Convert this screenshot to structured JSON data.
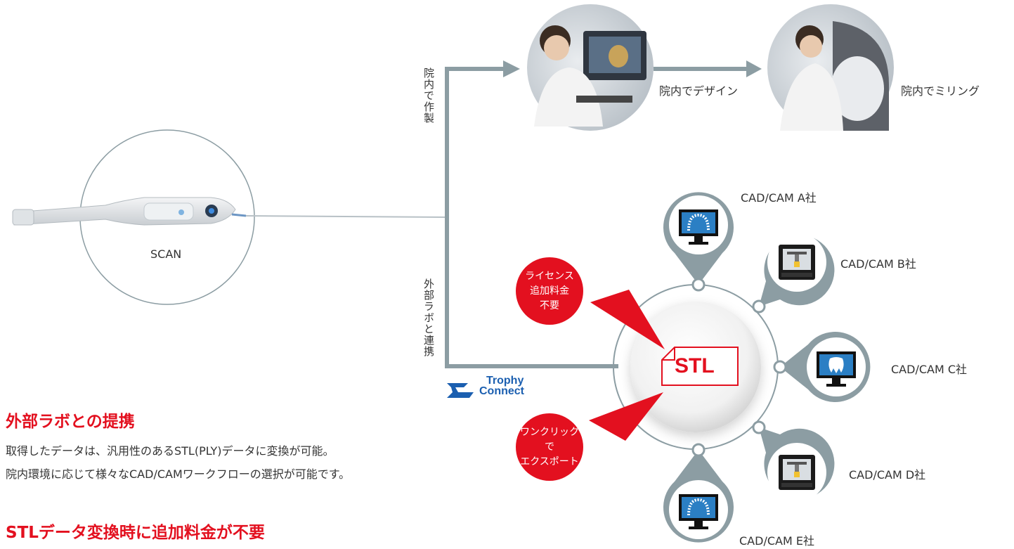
{
  "colors": {
    "accent_red": "#e3101f",
    "connector_gray": "#8c9da3",
    "trophy_blue": "#1b5fb0",
    "screen_blue": "#2b7fc4"
  },
  "scanner": {
    "label": "SCAN"
  },
  "branches": {
    "in_clinic": "院内で作製",
    "external_lab": "外部ラボと連携"
  },
  "in_clinic_steps": {
    "design": "院内でデザイン",
    "milling": "院内でミリング"
  },
  "hub": {
    "label": "STL"
  },
  "bubbles": {
    "license": "ライセンス\n追加料金\n不要",
    "export": "ワンクリックで\nエクスポート"
  },
  "trophy": {
    "line1": "Trophy",
    "line2": "Connect"
  },
  "vendors": [
    {
      "label": "CAD/CAM A社",
      "icon": "monitor-dental-arch-icon"
    },
    {
      "label": "CAD/CAM B社",
      "icon": "milling-machine-icon"
    },
    {
      "label": "CAD/CAM C社",
      "icon": "monitor-tooth-icon"
    },
    {
      "label": "CAD/CAM D社",
      "icon": "milling-machine-icon"
    },
    {
      "label": "CAD/CAM E社",
      "icon": "monitor-dental-arch-icon"
    }
  ],
  "section1": {
    "heading": "外部ラボとの提携",
    "line1": "取得したデータは、汎用性のあるSTL(PLY)データに変換が可能。",
    "line2": "院内環境に応じて様々なCAD/CAMワークフローの選択が可能です。"
  },
  "section2": {
    "heading": "STLデータ変換時に追加料金が不要"
  }
}
